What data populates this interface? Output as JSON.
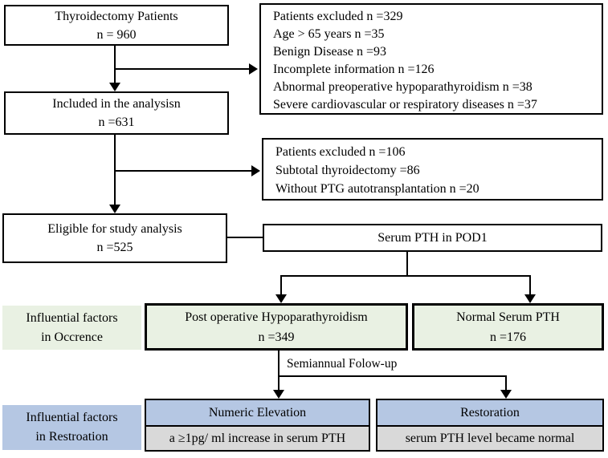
{
  "colors": {
    "green": "#e9f1e3",
    "blue": "#b5c7e3",
    "gray": "#d9d9d9",
    "line": "#000000"
  },
  "flowchart": {
    "thyroidectomy": {
      "title": "Thyroidectomy Patients",
      "count": "n = 960"
    },
    "excluded1": {
      "lines": [
        "Patients excluded n =329",
        "Age  > 65 years n =35",
        "Benign Disease n =93",
        "Incomplete information n =126",
        "Abnormal  preoperative hypoparathyroidism n =38",
        "Severe cardiovascular or respiratory diseases n =37"
      ]
    },
    "included": {
      "title": "Included in the analysisn",
      "count": "n =631"
    },
    "excluded2": {
      "lines": [
        "Patients excluded n =106",
        "Subtotal thyroidectomy =86",
        "Without PTG autotransplantation n =20"
      ]
    },
    "eligible": {
      "title": "Eligible for study analysis",
      "count": "n =525"
    },
    "serum_pod1": {
      "title": "Serum PTH in POD1"
    },
    "occurrence_label": {
      "line1": "Influential factors",
      "line2": "in Occrence"
    },
    "postop_hypo": {
      "title": "Post operative Hypoparathyroidism",
      "count": "n =349"
    },
    "normal_pth": {
      "title": "Normal Serum PTH",
      "count": "n =176"
    },
    "followup": {
      "label": "Semiannual Folow-up"
    },
    "restoration_label": {
      "line1": "Influential factors",
      "line2": "in Restroation"
    },
    "numeric_elevation": {
      "header": "Numeric Elevation",
      "body": "a ≥1pg/ ml increase in serum PTH"
    },
    "restoration": {
      "header": "Restoration",
      "body": "serum PTH level became normal"
    }
  }
}
